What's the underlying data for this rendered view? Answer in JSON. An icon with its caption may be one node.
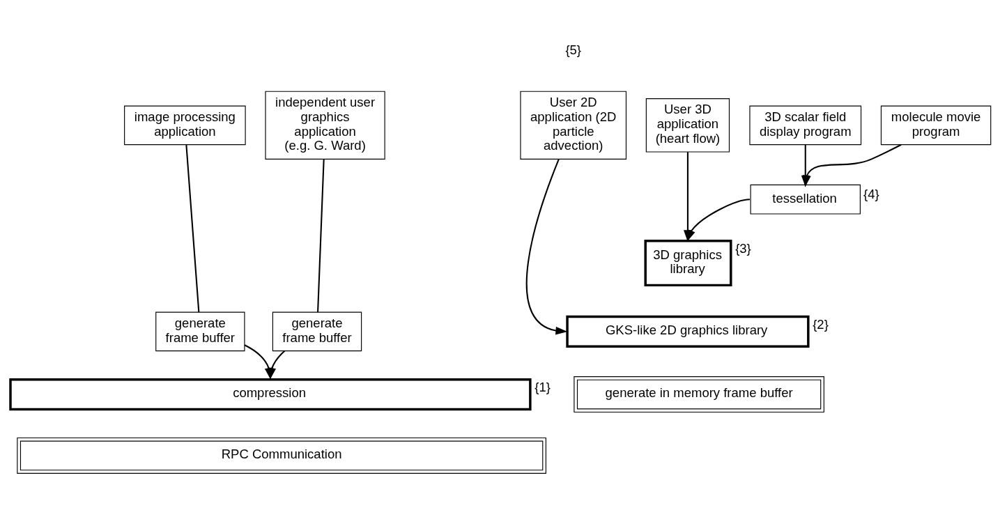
{
  "diagram": {
    "nodes": [
      {
        "text": [
          "image processing application"
        ]
      },
      {
        "text": [
          "independent user graphics application (e.g. G. Ward)"
        ]
      },
      {
        "text": [
          "3D scalar field display program"
        ]
      },
      {
        "text": [
          "molecule movie program"
        ]
      },
      {
        "text": [
          "User 3D application (heart flow)"
        ]
      },
      {
        "text": [
          "User 2D application (2D particle advection)"
        ]
      },
      {
        "text": [
          "tessellation"
        ],
        "beside": [
          "{4}"
        ]
      },
      {
        "text": [
          "3D graphics library"
        ],
        "beside": [
          "{3}"
        ]
      },
      {
        "text": [
          "generate frame buffer"
        ]
      },
      {
        "text": [
          "generate frame buffer"
        ]
      },
      {
        "text": [
          "GKS-like 2D graphics library"
        ],
        "beside": [
          "{2}"
        ]
      },
      {
        "text": [
          "generate in memory frame buffer"
        ]
      },
      {
        "text": [
          "compression"
        ],
        "beside": [
          "{1}"
        ]
      },
      {
        "text": [
          "RPC Communication"
        ]
      }
    ],
    "edges": [
      {
        "from": 0,
        "to": 8,
        "arrow": "none"
      },
      {
        "from": 1,
        "to": 9,
        "arrow": "none"
      },
      {
        "from": 2,
        "to": 6,
        "arrow": "to"
      },
      {
        "from": 3,
        "to": 6,
        "arrow": "to"
      },
      {
        "from": 6,
        "to": 7,
        "arrow": "to"
      },
      {
        "from": 4,
        "to": 7,
        "arrow": "to"
      },
      {
        "from": 5,
        "to": 10,
        "arrow": "to"
      },
      {
        "from": 8,
        "to": 12,
        "arrow": "to"
      },
      {
        "from": 9,
        "to": 12,
        "arrow": "to"
      }
    ],
    "labels": [
      "{5}"
    ]
  }
}
